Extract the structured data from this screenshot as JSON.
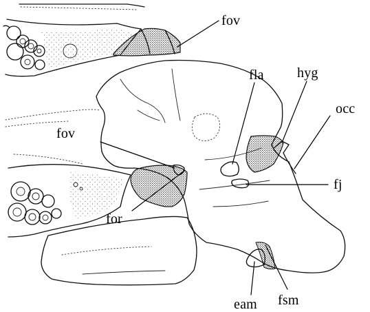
{
  "labels": {
    "fov_top": "fov",
    "fla": "fla",
    "hyg": "hyg",
    "occ": "occ",
    "fov_left": "fov",
    "fj": "fj",
    "for": "for",
    "eam": "eam",
    "fsm": "fsm"
  }
}
